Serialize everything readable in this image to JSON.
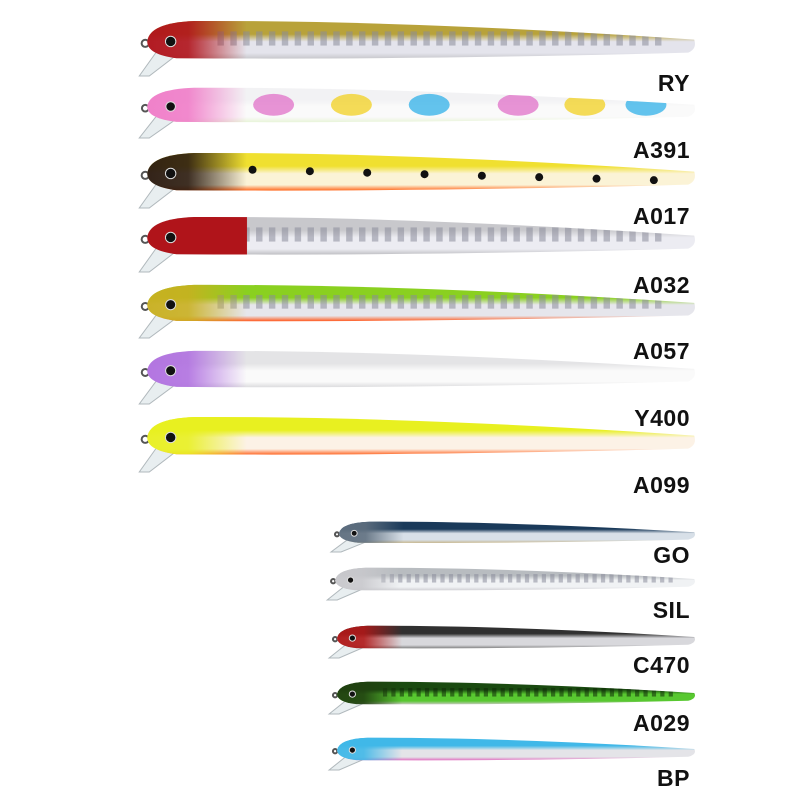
{
  "lures": [
    {
      "code": "RY",
      "size": "large",
      "head": "#b0121a",
      "top": "#b8a23a",
      "mid": "#e4e4ec",
      "bottom": "#c8c8cc",
      "pattern": "scales"
    },
    {
      "code": "A391",
      "size": "large",
      "head": "#f07cc8",
      "top": "#f2f2f4",
      "mid": "#fafafa",
      "bottom": "#e8f4d8",
      "pattern": "spots",
      "spot_colors": [
        "#e070c8",
        "#f2d020",
        "#30b0e8"
      ]
    },
    {
      "code": "A017",
      "size": "large",
      "head": "#2a1a10",
      "top": "#f0e030",
      "mid": "#fbf3d6",
      "bottom": "#ff6a20",
      "pattern": "dots"
    },
    {
      "code": "A032",
      "size": "large",
      "head": "#b0141a",
      "top": "#c8c8cc",
      "mid": "#ececf2",
      "bottom": "#c0c0c4",
      "pattern": "scales"
    },
    {
      "code": "A057",
      "size": "large",
      "head": "#c9b020",
      "top": "#8ad020",
      "mid": "#e6e6ec",
      "bottom": "#ff5a20",
      "pattern": "scales"
    },
    {
      "code": "Y400",
      "size": "large",
      "head": "#b070e0",
      "top": "#e4e4e6",
      "mid": "#fafafa",
      "bottom": "#dcdcde",
      "pattern": "none"
    },
    {
      "code": "A099",
      "size": "large",
      "head": "#e8f020",
      "top": "#e8f020",
      "mid": "#fcf2e6",
      "bottom": "#ff6a2a",
      "pattern": "none"
    },
    {
      "code": "GO",
      "size": "small",
      "head": "#607080",
      "top": "#1a3a5a",
      "mid": "#d8e0e8",
      "bottom": "#c8b890",
      "pattern": "none"
    },
    {
      "code": "SIL",
      "size": "small",
      "head": "#c8c8cc",
      "top": "#b8bcc0",
      "mid": "#f0f2f4",
      "bottom": "#d0d0d4",
      "pattern": "scales"
    },
    {
      "code": "C470",
      "size": "small",
      "head": "#b01818",
      "top": "#303030",
      "mid": "#d8d8dc",
      "bottom": "#808080",
      "pattern": "none"
    },
    {
      "code": "A029",
      "size": "small",
      "head": "#204010",
      "top": "#1a4a10",
      "mid": "#58c830",
      "bottom": "#c8c8c0",
      "pattern": "stripes"
    },
    {
      "code": "BP",
      "size": "small",
      "head": "#40b8e8",
      "top": "#40b8e8",
      "mid": "#e4e4e8",
      "bottom": "#e070c0",
      "pattern": "none"
    }
  ]
}
